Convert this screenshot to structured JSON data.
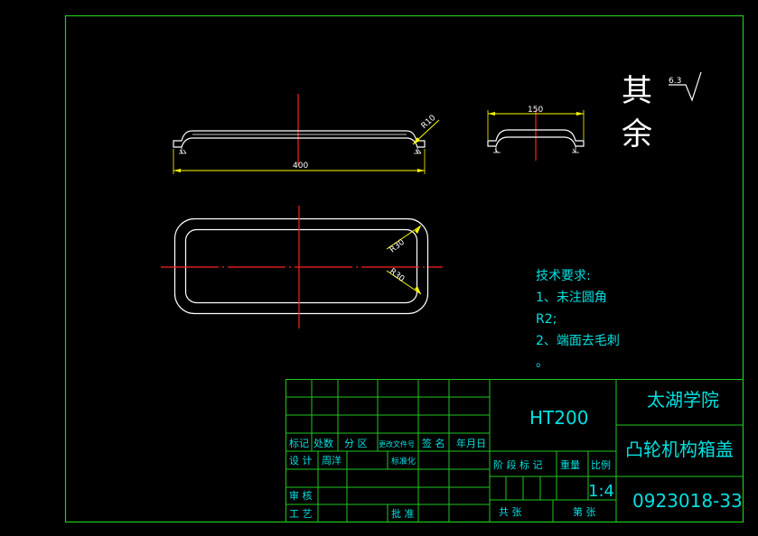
{
  "colors": {
    "background": "#000000",
    "frame": "#1ec81e",
    "outline": "#ffffff",
    "centerline": "#ff2020",
    "dimension": "#ffff00",
    "annotation": "#00e0e0"
  },
  "surface_finish": {
    "label_line1": "其",
    "label_line2": "余",
    "roughness_value": "6.3"
  },
  "front_view": {
    "overall_length_dim": "400",
    "fillet_dim": "R10"
  },
  "side_view": {
    "width_dim": "150"
  },
  "top_view": {
    "corner_radius_dim_upper": "R30",
    "corner_radius_dim_lower": "R30"
  },
  "technical_requirements": {
    "heading": "技术要求:",
    "line1": "1、未注圆角",
    "line2": "R2;",
    "line3": "2、端面去毛刺",
    "line4": "。"
  },
  "title_block": {
    "material": "HT200",
    "school": "太湖学院",
    "part_name": "凸轮机构箱盖",
    "drawing_number": "0923018-33",
    "scale": "1:4",
    "header_mark": "标记",
    "header_count": "处数",
    "header_zone": "分 区",
    "header_change_doc": "更改文件号",
    "header_signature": "签 名",
    "header_date": "年月日",
    "design_label": "设 计",
    "designer_name": "周洋",
    "standardization_label": "标准化",
    "review_label": "审 核",
    "process_label": "工 艺",
    "approve_label": "批 准",
    "stage_mark_label": "阶 段 标 记",
    "weight_label": "重量",
    "scale_label": "比例",
    "total_sheets_label": "共 张",
    "sheet_number_label": "第 张"
  }
}
